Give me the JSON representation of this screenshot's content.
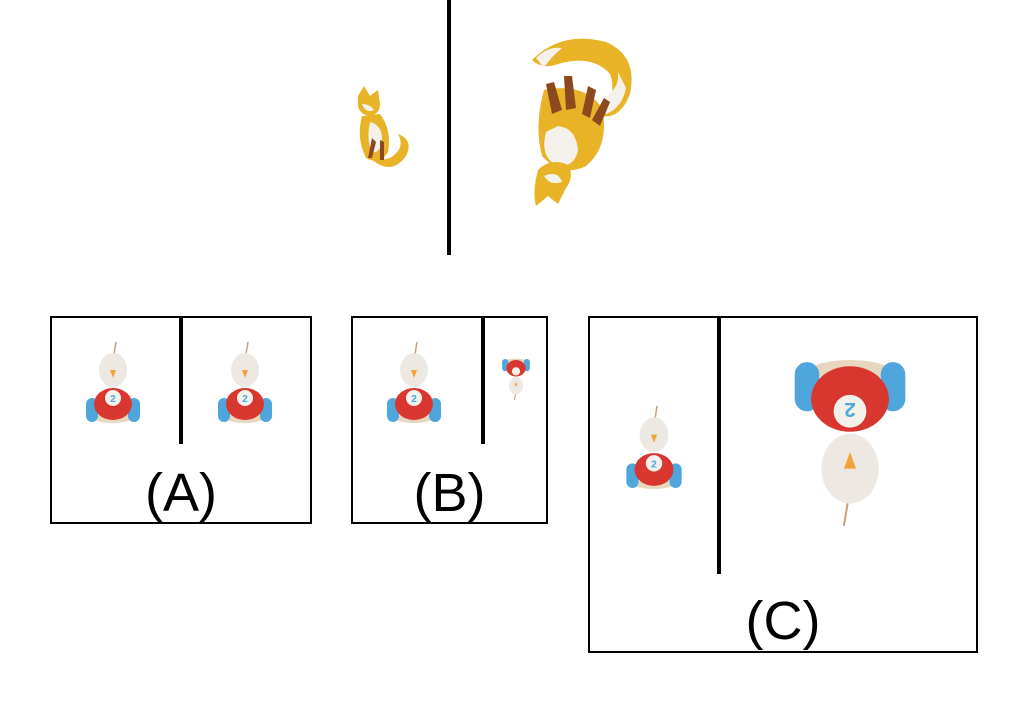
{
  "example": {
    "left_object": "fox-figure-small-upright",
    "right_object": "fox-figure-large-upside-down"
  },
  "options": [
    {
      "label": "(A)",
      "left_object": "toy-bird-car",
      "right_object": "toy-bird-car"
    },
    {
      "label": "(B)",
      "left_object": "toy-bird-car",
      "right_object": "toy-bird-car-small-upside-down"
    },
    {
      "label": "(C)",
      "left_object": "toy-bird-car",
      "right_object": "toy-bird-car-large-upside-down"
    }
  ],
  "colors": {
    "fox_body": "#E8B327",
    "fox_white": "#F4F1EA",
    "fox_legs": "#8B4A1E",
    "toy_red": "#D8372F",
    "toy_blue": "#4FA6DD",
    "toy_head": "#EDE9E2",
    "toy_beak": "#F2A23A",
    "toy_base": "#E8D7BE"
  }
}
